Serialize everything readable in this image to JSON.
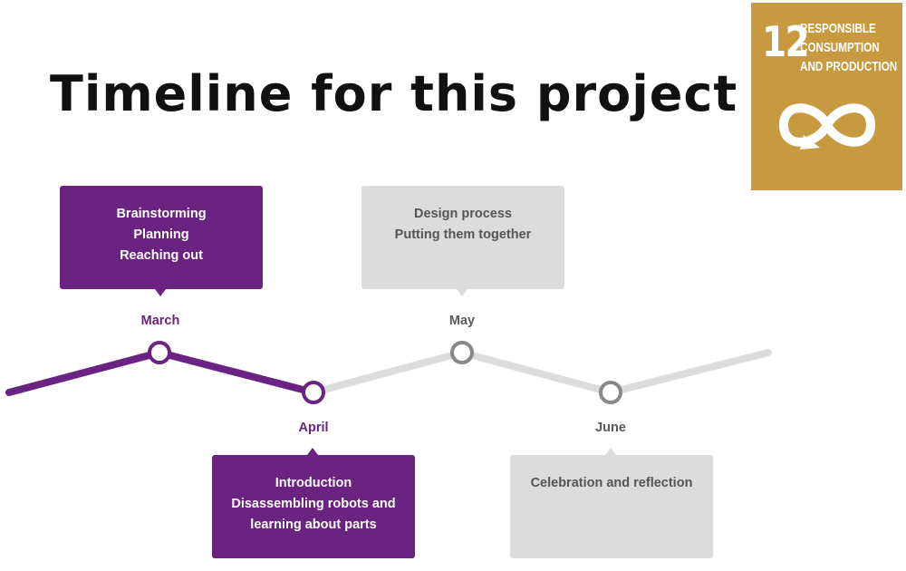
{
  "title": "Timeline for this project",
  "sdg": {
    "number": "12",
    "lines": [
      "RESPONSIBLE",
      "CONSUMPTION",
      "AND PRODUCTION"
    ],
    "icon": "infinity-icon",
    "color": "#c79a3f"
  },
  "colors": {
    "done": "#6a2380",
    "pending": "#dcdcdc",
    "pending_marker": "#888888"
  },
  "milestones": [
    {
      "month": "March",
      "status": "done",
      "items": [
        "Brainstorming",
        "Planning",
        "Reaching out"
      ]
    },
    {
      "month": "April",
      "status": "done",
      "items": [
        "Introduction",
        "Disassembling robots and",
        "learning about parts"
      ]
    },
    {
      "month": "May",
      "status": "pending",
      "items": [
        "Design process",
        "Putting them together"
      ]
    },
    {
      "month": "June",
      "status": "pending",
      "items": [
        "Celebration and reflection"
      ]
    }
  ]
}
